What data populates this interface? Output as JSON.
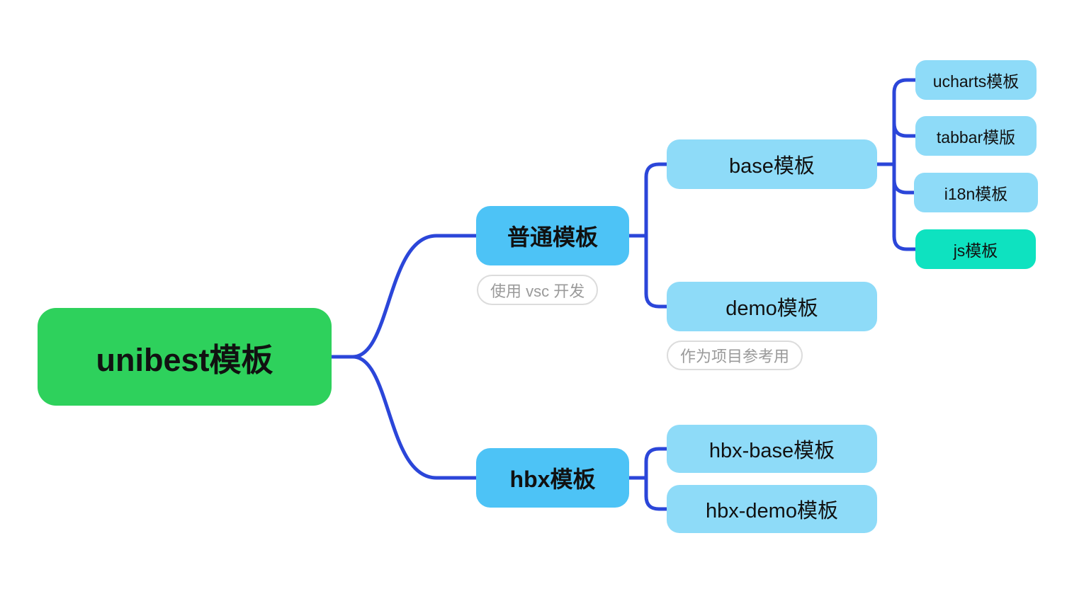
{
  "colors": {
    "root_fill": "#2ed15c",
    "branch_fill": "#4dc3f6",
    "child_fill": "#8edbf8",
    "highlight_fill": "#0ee2c0",
    "connector": "#2b46d9",
    "note_text": "#9a9a9a",
    "note_border": "#dcdcdc",
    "node_text": "#111111",
    "canvas_bg": "#ffffff"
  },
  "mindmap": {
    "root": {
      "label": "unibest模板"
    },
    "branches": [
      {
        "label": "普通模板",
        "note": "使用 vsc 开发",
        "children": [
          {
            "label": "base模板",
            "children": [
              {
                "label": "ucharts模板"
              },
              {
                "label": "tabbar模版"
              },
              {
                "label": "i18n模板"
              },
              {
                "label": "js模板",
                "highlighted": true
              }
            ]
          },
          {
            "label": "demo模板",
            "note": "作为项目参考用"
          }
        ]
      },
      {
        "label": "hbx模板",
        "children": [
          {
            "label": "hbx-base模板"
          },
          {
            "label": "hbx-demo模板"
          }
        ]
      }
    ]
  }
}
